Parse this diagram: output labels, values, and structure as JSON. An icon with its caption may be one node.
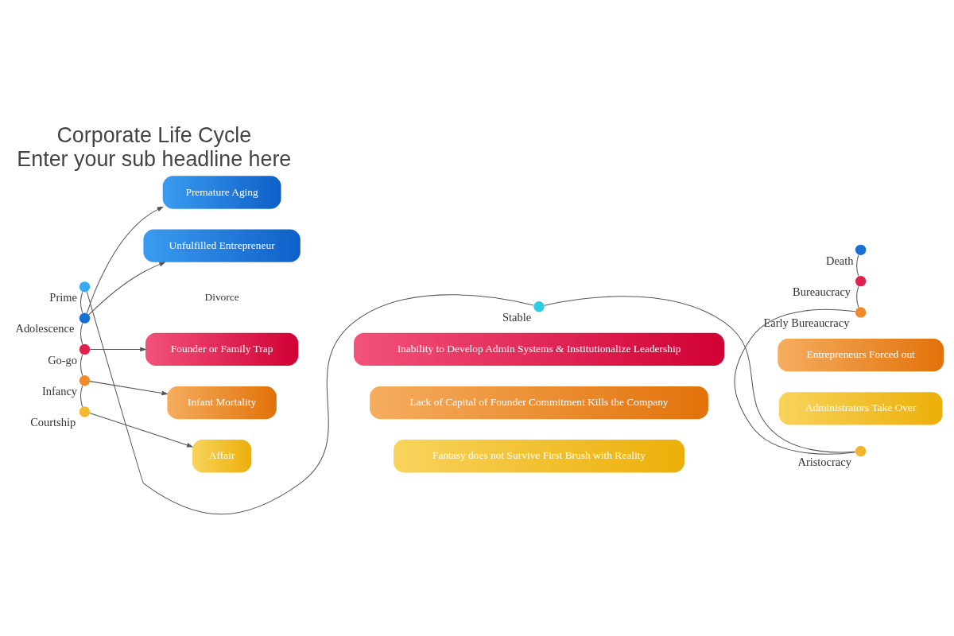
{
  "diagram": {
    "title": "Corporate Life Cycle",
    "caption": "Enter your sub headline here",
    "nodes": [
      {
        "text": [],
        "shape": "circle",
        "beside": [
          "Courtship"
        ]
      },
      {
        "text": [],
        "shape": "circle",
        "beside": [
          "Infancy"
        ]
      },
      {
        "text": [],
        "shape": "circle",
        "beside": [
          "Go-go"
        ]
      },
      {
        "text": [],
        "shape": "circle",
        "beside": [
          "Adolescence"
        ]
      },
      {
        "text": [],
        "shape": "circle",
        "beside": [
          "Prime"
        ]
      },
      {
        "text": [],
        "shape": "circle",
        "beside": [
          "Stable"
        ]
      },
      {
        "text": [],
        "shape": "circle",
        "beside": [
          "Aristocracy"
        ]
      },
      {
        "text": [],
        "shape": "circle",
        "beside": [
          "Early Bureaucracy"
        ]
      },
      {
        "text": [],
        "shape": "circle",
        "beside": [
          "Bureaucracy"
        ]
      },
      {
        "text": [],
        "shape": "circle",
        "beside": [
          "Death"
        ]
      },
      {
        "text": [
          "Premature Aging"
        ]
      },
      {
        "text": [
          "Unfulfilled Entrepreneur"
        ]
      },
      {
        "text": [
          "Founder or Family Trap"
        ]
      },
      {
        "text": [
          "Inability to Develop Admin Systems & Institutionalize Leadership"
        ]
      },
      {
        "text": [
          "Infant Mortality"
        ]
      },
      {
        "text": [
          "Lack of Capital of Founder Commitment Kills the Company"
        ]
      },
      {
        "text": [
          "Affair"
        ]
      },
      {
        "text": [
          "Fantasy does not Survive First Brush with Reality"
        ]
      },
      {
        "text": [
          "Entrepreneurs Forced out"
        ]
      },
      {
        "text": [
          "Administrators Take Over"
        ]
      }
    ],
    "edges": [
      {
        "from": 0,
        "to": 1,
        "arrow": "none"
      },
      {
        "from": 1,
        "to": 2,
        "arrow": "none"
      },
      {
        "from": 2,
        "to": 3,
        "arrow": "none"
      },
      {
        "from": 3,
        "to": 4,
        "arrow": "none"
      },
      {
        "from": 4,
        "to": 5,
        "arrow": "none"
      },
      {
        "from": 5,
        "to": 6,
        "arrow": "none"
      },
      {
        "from": 6,
        "to": 7,
        "arrow": "none"
      },
      {
        "from": 7,
        "to": 8,
        "arrow": "none"
      },
      {
        "from": 8,
        "to": 9,
        "arrow": "none"
      },
      {
        "from": 3,
        "to": 10,
        "arrow": "to"
      },
      {
        "from": 3,
        "to": 11,
        "arrow": "to"
      },
      {
        "from": 2,
        "to": 12,
        "arrow": "to"
      },
      {
        "from": 1,
        "to": 14,
        "arrow": "to"
      },
      {
        "from": 0,
        "to": 16,
        "arrow": "to"
      }
    ],
    "labels": [
      "Divorce"
    ]
  }
}
